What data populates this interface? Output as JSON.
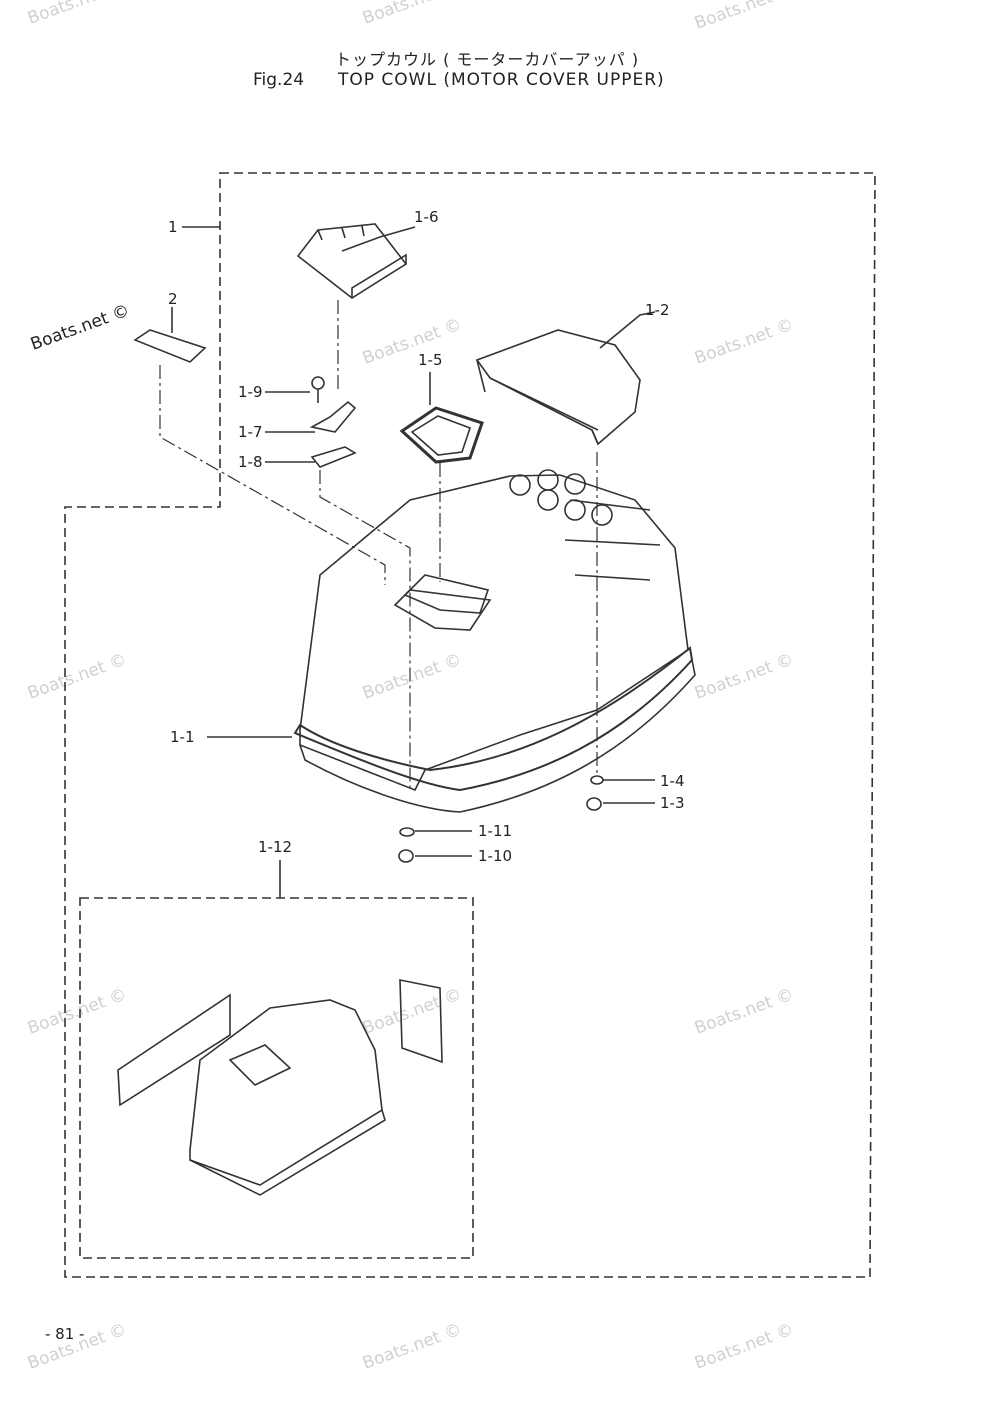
{
  "title": {
    "jp": "トップカウル ( モーターカバーアッパ )",
    "fig": "Fig.24",
    "en": "TOP COWL (MOTOR COVER UPPER)"
  },
  "page_number": "- 81 -",
  "watermark": "Boats.net ©",
  "watermark_dark": "Boats.net ©",
  "callouts": {
    "c1": "1",
    "c2": "2",
    "c1_1": "1-1",
    "c1_2": "1-2",
    "c1_3": "1-3",
    "c1_4": "1-4",
    "c1_5": "1-5",
    "c1_6": "1-6",
    "c1_7": "1-7",
    "c1_8": "1-8",
    "c1_9": "1-9",
    "c1_10": "1-10",
    "c1_11": "1-11",
    "c1_12": "1-12"
  }
}
